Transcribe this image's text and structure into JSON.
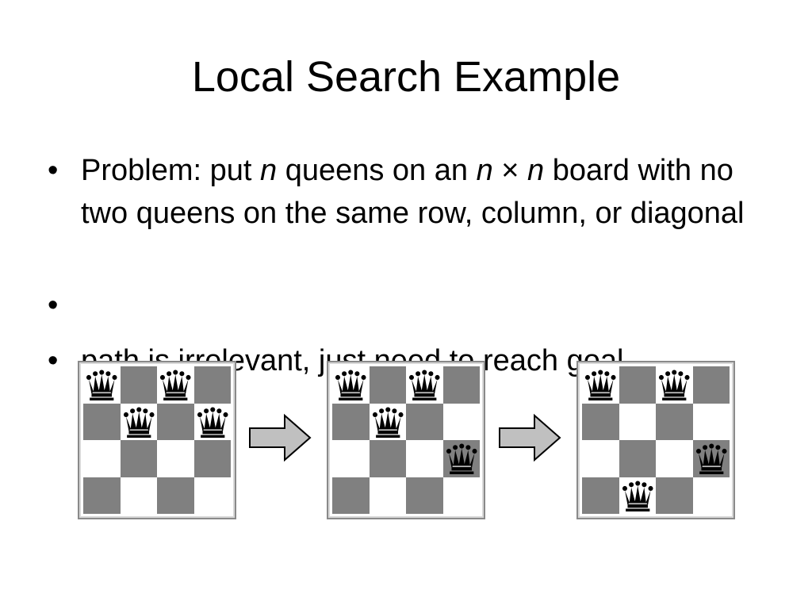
{
  "slide": {
    "title": "Local Search Example",
    "bullets": [
      {
        "parts": [
          {
            "text": "Problem: put ",
            "italic": false
          },
          {
            "text": "n",
            "italic": true
          },
          {
            "text": " queens on an ",
            "italic": false
          },
          {
            "text": "n",
            "italic": true
          },
          {
            "text": " × ",
            "italic": false
          },
          {
            "text": "n",
            "italic": true
          },
          {
            "text": " board with no two queens on the same row, column, or diagonal",
            "italic": false
          }
        ]
      },
      {
        "parts": []
      },
      {
        "parts": [
          {
            "text": "path is irrelevant, just need to reach goal",
            "italic": false
          }
        ]
      }
    ],
    "bullet_char": "•"
  },
  "boards": [
    {
      "queens": [
        [
          0,
          0
        ],
        [
          0,
          2
        ],
        [
          1,
          1
        ],
        [
          1,
          3
        ]
      ]
    },
    {
      "queens": [
        [
          0,
          0
        ],
        [
          0,
          2
        ],
        [
          1,
          1
        ],
        [
          2,
          3
        ]
      ]
    },
    {
      "queens": [
        [
          0,
          0
        ],
        [
          0,
          2
        ],
        [
          2,
          3
        ],
        [
          3,
          1
        ]
      ]
    }
  ],
  "icons": {
    "queen": "queen-icon",
    "arrow": "right-arrow-icon"
  },
  "colors": {
    "dark_square": "#808080",
    "light_square": "#ffffff",
    "arrow_fill": "#c0c0c0"
  }
}
